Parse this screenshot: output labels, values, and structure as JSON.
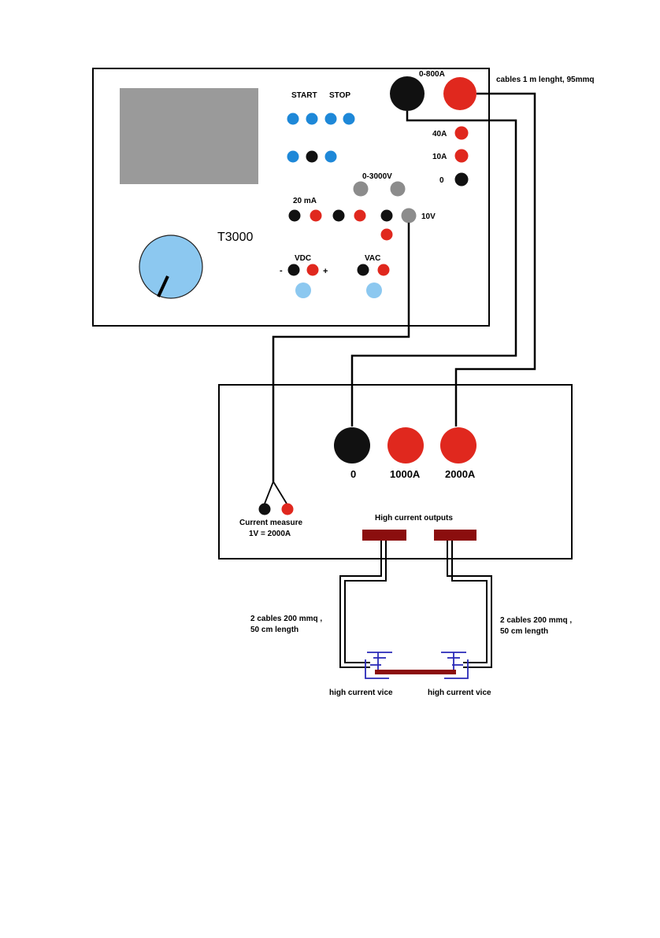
{
  "instrument": {
    "model": "T3000",
    "start_label": "START",
    "stop_label": "STOP",
    "output_label": "0-800A",
    "range_40a": "40A",
    "range_10a": "10A",
    "range_0": "0",
    "hv_label": "0-3000V",
    "ma_label": "20 mA",
    "v10_label": "10V",
    "vdc_label": "VDC",
    "vac_label": "VAC",
    "minus_sign": "-",
    "plus_sign": "+"
  },
  "cable_note": "cables 1 m lenght,   95mmq",
  "booster": {
    "term_0": "0",
    "term_1000": "1000A",
    "term_2000": "2000A",
    "current_measure": "Current measure",
    "ratio": "1V = 2000A",
    "hc_outputs": "High current outputs"
  },
  "cables": {
    "left_line1": "2 cables 200 mmq ,",
    "left_line2": "50 cm length",
    "right_line1": "2 cables 200 mmq ,",
    "right_line2": "50 cm length"
  },
  "vice": {
    "left": "high current vice",
    "right": "high current vice"
  },
  "colors": {
    "blue_button": "#1e88d8",
    "red_terminal": "#e0281e",
    "black_terminal": "#111111",
    "grey_terminal": "#8c8c8c",
    "display": "#9a9a9a",
    "knob": "#8cc8f0",
    "busbar": "#8b0e0e",
    "vice": "#2a2ab8"
  }
}
